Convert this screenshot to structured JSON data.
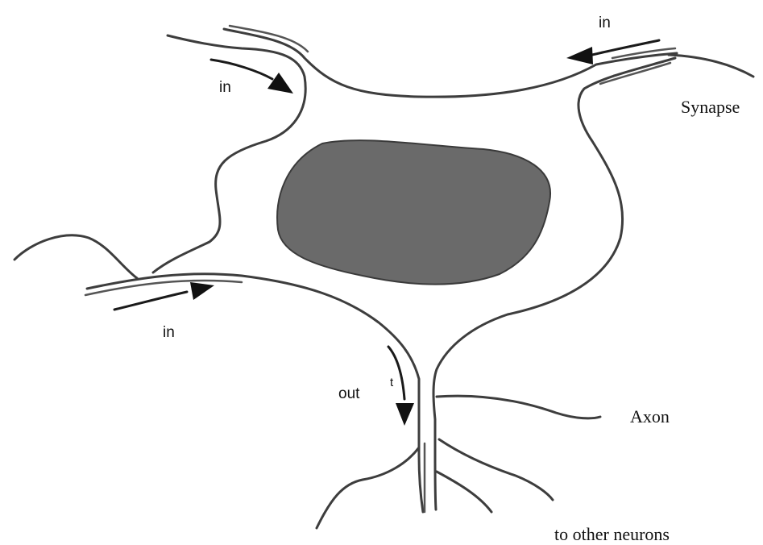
{
  "labels": {
    "in_top_right": "in",
    "in_top_left": "in",
    "in_left": "in",
    "out": "out",
    "out_mark": "t",
    "synapse": "Synapse",
    "axon": "Axon",
    "to_other_neurons": "to other neurons"
  },
  "colors": {
    "nucleus_fill": "#6a6a6a",
    "line": "#3d3d3d",
    "arrow": "#111111"
  }
}
